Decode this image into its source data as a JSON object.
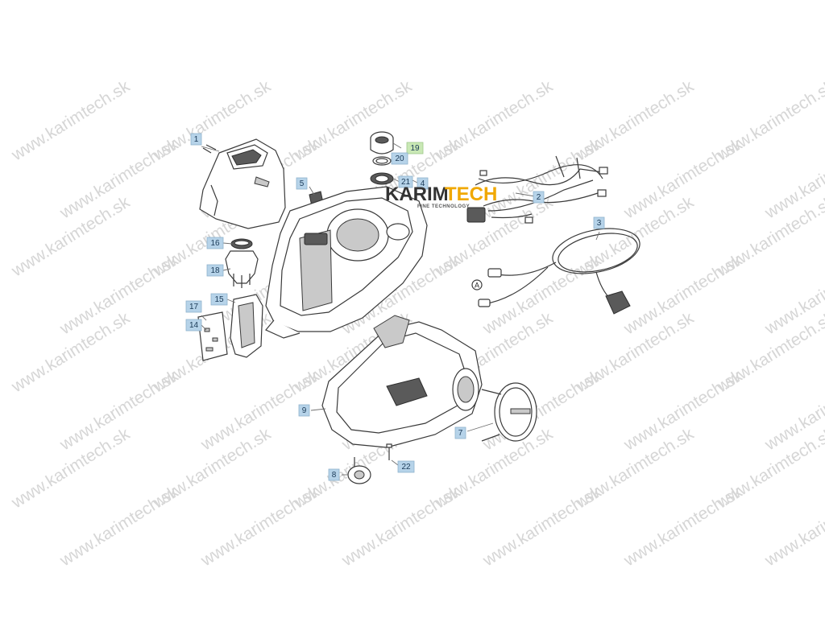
{
  "watermark": {
    "text": "www.karimtech.sk",
    "color": "#d6d6d6"
  },
  "logo": {
    "name_part1": "KARIM",
    "name_part2": "TECH",
    "tagline": "FINE TECHNOLOGY",
    "colors": {
      "primary": "#333333",
      "accent": "#f0a800"
    }
  },
  "connector_letter": "A",
  "callouts": {
    "c1": "1",
    "c2": "2",
    "c3": "3",
    "c4": "4",
    "c5": "5",
    "c7": "7",
    "c8": "8",
    "c9": "9",
    "c14": "14",
    "c15": "15",
    "c16": "16",
    "c17": "17",
    "c18": "18",
    "c19": "19",
    "c20": "20",
    "c21": "21",
    "c22": "22"
  },
  "colors": {
    "callout_fill": "#b6d3e9",
    "callout_highlight": "#c9e8b5",
    "line": "#3a3a3a"
  }
}
